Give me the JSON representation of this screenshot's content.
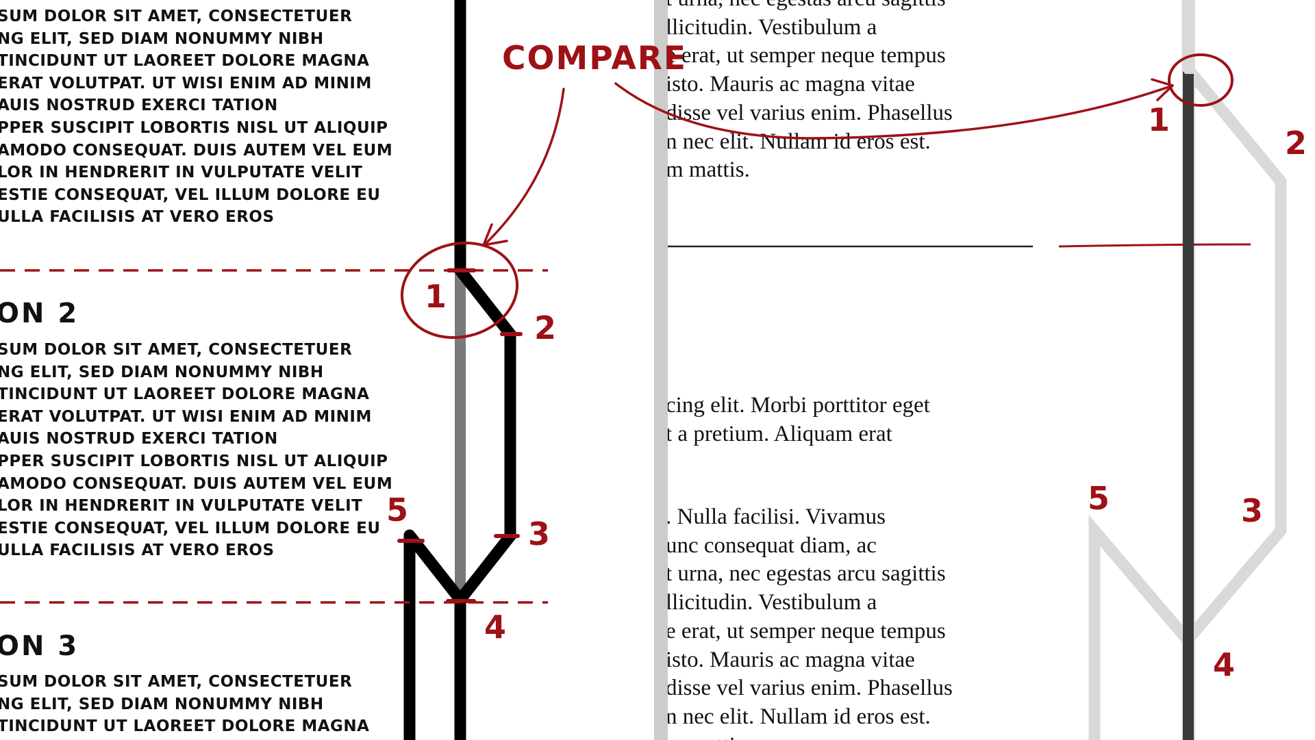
{
  "left_panel": {
    "paragraph_1_lines": [
      "SUM DOLOR SIT AMET, CONSECTETUER",
      "NG ELIT, SED DIAM NONUMMY NIBH",
      "TINCIDUNT UT LAOREET DOLORE MAGNA",
      "ERAT VOLUTPAT. UT WISI ENIM AD MINIM",
      "AUIS NOSTRUD EXERCI TATION",
      "PPER SUSCIPIT LOBORTIS NISL UT ALIQUIP",
      "AMODO CONSEQUAT. DUIS AUTEM VEL EUM",
      "LOR IN HENDRERIT IN VULPUTATE VELIT",
      "ESTIE CONSEQUAT, VEL ILLUM DOLORE EU",
      "ULLA FACILISIS AT VERO EROS"
    ],
    "heading_2": "ON 2",
    "paragraph_2_lines": [
      "SUM DOLOR SIT AMET, CONSECTETUER",
      "NG ELIT, SED DIAM NONUMMY NIBH",
      "TINCIDUNT UT LAOREET DOLORE MAGNA",
      "ERAT VOLUTPAT. UT WISI ENIM AD MINIM",
      "AUIS NOSTRUD EXERCI TATION",
      "PPER SUSCIPIT LOBORTIS NISL UT ALIQUIP",
      "AMODO CONSEQUAT. DUIS AUTEM VEL EUM",
      "LOR IN HENDRERIT IN VULPUTATE VELIT",
      "ESTIE CONSEQUAT, VEL ILLUM DOLORE EU",
      "ULLA FACILISIS AT VERO EROS"
    ],
    "heading_3": "ON 3",
    "paragraph_3_lines": [
      "SUM DOLOR SIT AMET, CONSECTETUER",
      "NG ELIT, SED DIAM NONUMMY NIBH",
      "TINCIDUNT UT LAOREET DOLORE MAGNA"
    ]
  },
  "middle_panel": {
    "block_1_lines": [
      "t urna, nec egestas arcu sagittis",
      "llicitudin. Vestibulum a",
      "e erat, ut semper neque tempus",
      "isto. Mauris ac magna vitae",
      "disse vel varius enim. Phasellus",
      "n nec elit. Nullam id eros est.",
      "m mattis."
    ],
    "block_2_lines": [
      "cing elit. Morbi porttitor eget",
      "t a pretium. Aliquam erat"
    ],
    "block_3_lines": [
      ". Nulla facilisi. Vivamus",
      "unc consequat diam, ac",
      "t urna, nec egestas arcu sagittis",
      "llicitudin. Vestibulum a",
      "e erat, ut semper neque tempus",
      "isto. Mauris ac magna vitae",
      "disse vel varius enim. Phasellus",
      "n nec elit. Nullam id eros est.",
      "m mattis."
    ]
  },
  "annotations": {
    "compare_label": "COMPARE",
    "left_markers": [
      "1",
      "2",
      "3",
      "4",
      "5"
    ],
    "right_markers": [
      "1",
      "2",
      "3",
      "4",
      "5"
    ]
  },
  "colors": {
    "annotation_red": "#9e1116",
    "ink": "#111111",
    "gray_track": "#7a7a7a",
    "light_track": "#d9d9d9",
    "dark_track": "#3a3a3a",
    "panel_divider": "#cccccc"
  }
}
